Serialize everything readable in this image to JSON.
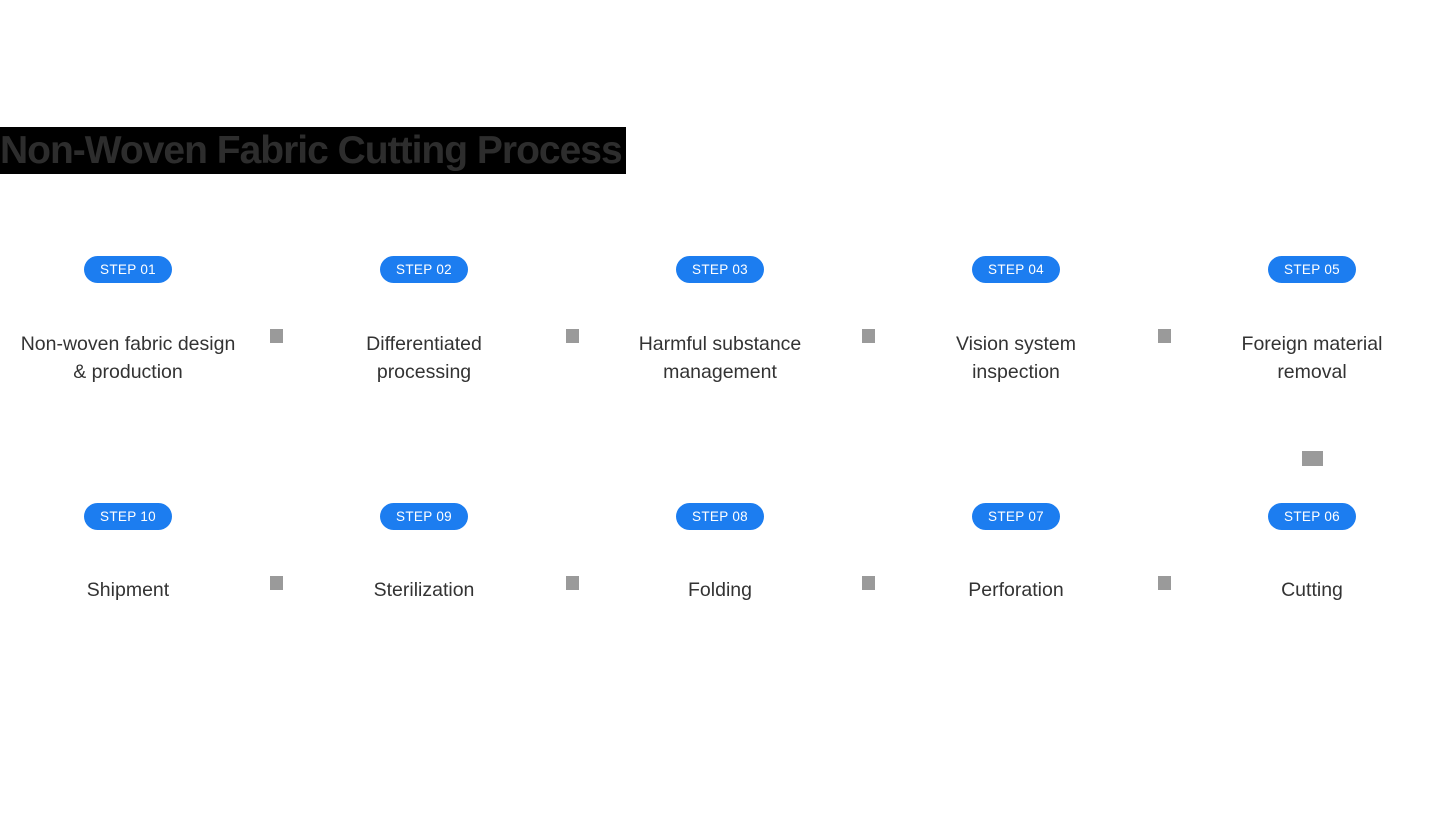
{
  "page": {
    "title_text": "Non-Woven Fabric Cutting Process"
  },
  "colors": {
    "accent_blue": "#1c7df0",
    "title_bg": "#000000",
    "title_text": "#2d2d2d",
    "label_text": "#333333",
    "arrow_gray": "#9a9a9a"
  },
  "steps": [
    {
      "badge": "STEP 01",
      "label": "Non-woven fabric design\n& production"
    },
    {
      "badge": "STEP 02",
      "label": "Differentiated\nprocessing"
    },
    {
      "badge": "STEP 03",
      "label": "Harmful substance\nmanagement"
    },
    {
      "badge": "STEP 04",
      "label": "Vision system\ninspection"
    },
    {
      "badge": "STEP 05",
      "label": "Foreign material\nremoval"
    },
    {
      "badge": "STEP 06",
      "label": "Cutting"
    },
    {
      "badge": "STEP 07",
      "label": "Perforation"
    },
    {
      "badge": "STEP 08",
      "label": "Folding"
    },
    {
      "badge": "STEP 09",
      "label": "Sterilization"
    },
    {
      "badge": "STEP 10",
      "label": "Shipment"
    }
  ]
}
